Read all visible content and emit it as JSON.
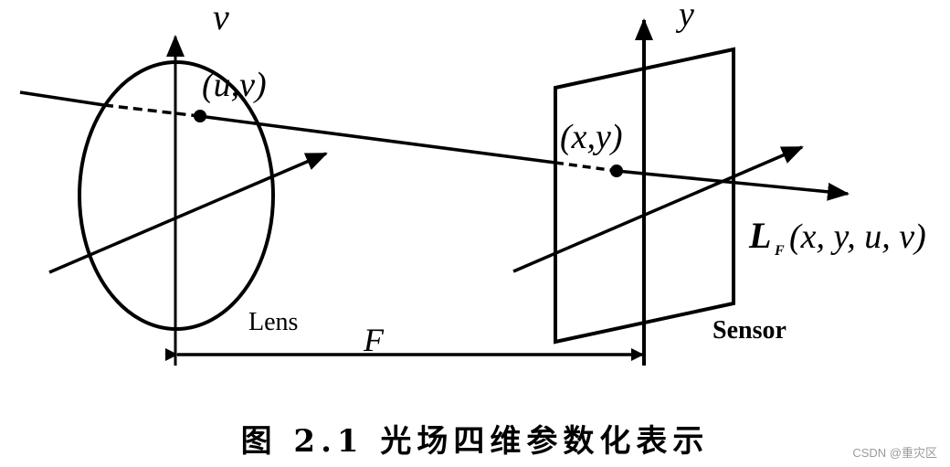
{
  "figure": {
    "caption": "图 2.1 光场四维参数化表示",
    "watermark": "CSDN @重灾区"
  },
  "labels": {
    "lens_axis": "v",
    "sensor_axis": "y",
    "lens_point": "(u,v)",
    "sensor_point": "(x,y)",
    "light_field_L": "L",
    "light_field_sub": "F",
    "light_field_args": "(x, y, u, v)",
    "lens": "Lens",
    "sensor": "Sensor",
    "focal_distance": "F"
  },
  "colors": {
    "ink": "#000000",
    "background": "#ffffff",
    "watermark": "#9a9a9a"
  }
}
